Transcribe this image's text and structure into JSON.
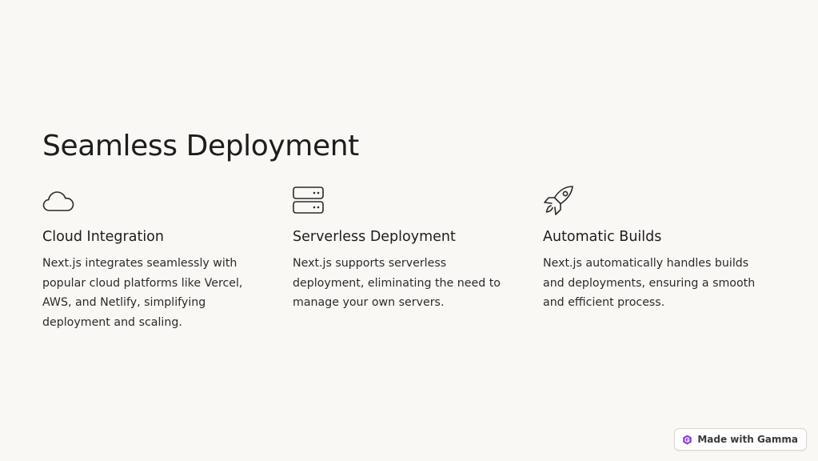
{
  "slide": {
    "title": "Seamless Deployment"
  },
  "features": [
    {
      "icon": "cloud-icon",
      "title": "Cloud Integration",
      "description": "Next.js integrates seamlessly with popular cloud platforms like Vercel, AWS, and Netlify, simplifying deployment and scaling."
    },
    {
      "icon": "server-icon",
      "title": "Serverless Deployment",
      "description": "Next.js supports serverless deployment, eliminating the need to manage your own servers."
    },
    {
      "icon": "rocket-icon",
      "title": "Automatic Builds",
      "description": "Next.js automatically handles builds and deployments, ensuring a smooth and efficient process."
    }
  ],
  "badge": {
    "icon": "gamma-logo-icon",
    "label": "Made with Gamma"
  },
  "colors": {
    "background": "#f9f8f5",
    "text": "#1d1d1d",
    "badge_logo": "#8b3fd9"
  }
}
